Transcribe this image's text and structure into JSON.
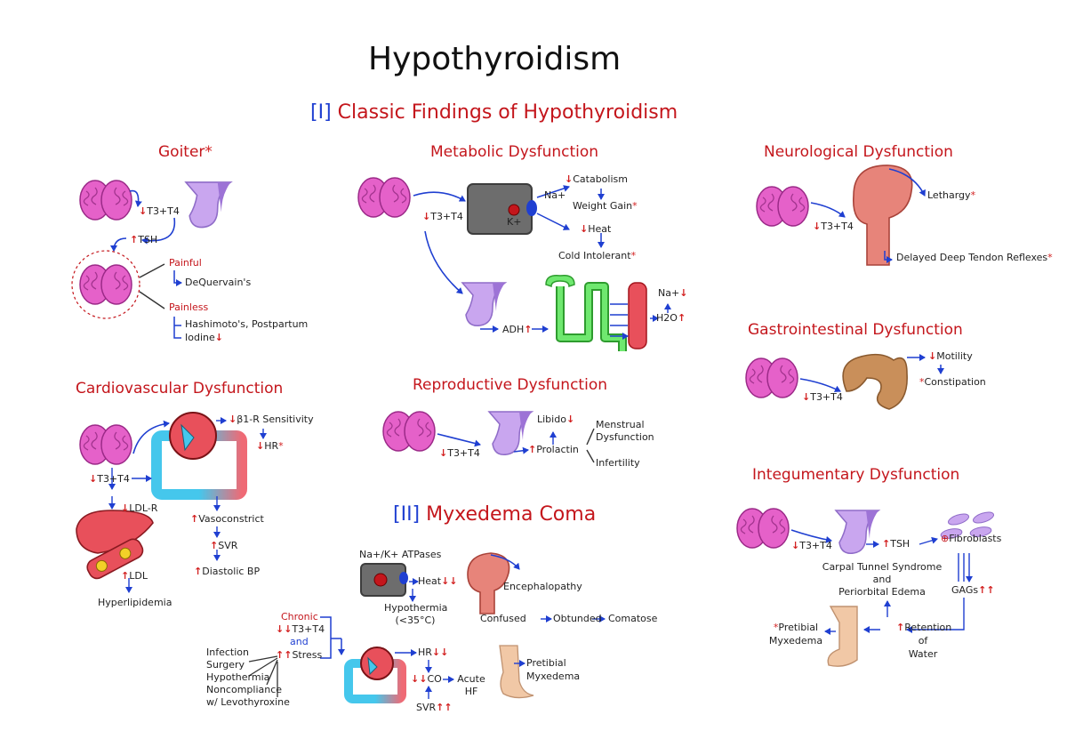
{
  "title": "Hypothyroidism",
  "section1": {
    "bracket": "[I]",
    "text": "Classic Findings of Hypothyroidism"
  },
  "section2": {
    "bracket": "[II]",
    "text": "Myxedema Coma"
  },
  "symbols": {
    "up": "↑",
    "down": "↓",
    "double_up": "↑↑",
    "double_down": "↓↓",
    "asterisk": "*"
  },
  "goiter": {
    "title": "Goiter",
    "t3t4": "T3+T4",
    "tsh": "TSH",
    "painful": "Painful",
    "dequervain": "DeQuervain's",
    "painless": "Painless",
    "hashimoto": "Hashimoto's, Postpartum",
    "iodine": "Iodine"
  },
  "metabolic": {
    "title": "Metabolic Dysfunction",
    "t3t4": "T3+T4",
    "na": "Na+",
    "k": "K+",
    "catabolism": "Catabolism",
    "weight_gain": "Weight Gain",
    "heat": "Heat",
    "cold_intolerant": "Cold Intolerant",
    "adh": "ADH",
    "na_low": "Na+",
    "h2o": "H2O"
  },
  "neurological": {
    "title": "Neurological Dysfunction",
    "t3t4": "T3+T4",
    "lethargy": "Lethargy",
    "reflexes": "Delayed Deep Tendon Reflexes"
  },
  "gastrointestinal": {
    "title": "Gastrointestinal Dysfunction",
    "t3t4": "T3+T4",
    "motility": "Motility",
    "constipation": "Constipation"
  },
  "cardiovascular": {
    "title": "Cardiovascular Dysfunction",
    "t3t4": "T3+T4",
    "beta": "β1-R Sensitivity",
    "hr": "HR",
    "ldl_r": "LDL-R",
    "vasoconstrict": "Vasoconstrict",
    "svr": "SVR",
    "diastolic": "Diastolic BP",
    "ldl": "LDL",
    "hyperlipidemia": "Hyperlipidemia"
  },
  "reproductive": {
    "title": "Reproductive Dysfunction",
    "t3t4": "T3+T4",
    "libido": "Libido",
    "prolactin": "Prolactin",
    "menstrual": "Menstrual",
    "dysfunction": "Dysfunction",
    "infertility": "Infertility"
  },
  "integumentary": {
    "title": "Integumentary Dysfunction",
    "t3t4": "T3+T4",
    "tsh": "TSH",
    "fibroblasts": "Fibroblasts",
    "carpal1": "Carpal Tunnel Syndrome",
    "carpal2": "and",
    "carpal3": "Periorbital Edema",
    "gags": "GAGs",
    "retention1": "Retention",
    "retention2": "of",
    "retention3": "Water",
    "pretibial1": "Pretibial",
    "pretibial2": "Myxedema"
  },
  "myxedema": {
    "atpases": "Na+/K+ ATPases",
    "heat": "Heat",
    "hypothermia": "Hypothermia",
    "hypothermia_temp": "(<35°C)",
    "encephalopathy": "Encephalopathy",
    "confused": "Confused",
    "obtunded": "Obtunded",
    "comatose": "Comatose",
    "chronic": "Chronic",
    "t3t4": "T3+T4",
    "and": "and",
    "stress": "Stress",
    "infection": "Infection",
    "surgery": "Surgery",
    "hypothermia2": "Hypothermia",
    "noncompliance": "Noncompliance",
    "levothyroxine": "w/ Levothyroxine",
    "hr": "HR",
    "co": "CO",
    "acute": "Acute",
    "hf": "HF",
    "svr": "SVR",
    "pretibial1": "Pretibial",
    "pretibial2": "Myxedema"
  },
  "colors": {
    "red_text": "#c4161c",
    "blue_text": "#1f3fd1",
    "arrow": "#1f3fd1",
    "thyroid": "#e561c9",
    "pituitary": "#c9a6ef",
    "brain": "#e7847a",
    "kidney": "#6fe86f",
    "heart_red": "#e8505b",
    "vessel_blue": "#45c7ec",
    "skin": "#f1c8a6",
    "cell": "#6d6d6d",
    "intestine": "#c98f5a"
  }
}
